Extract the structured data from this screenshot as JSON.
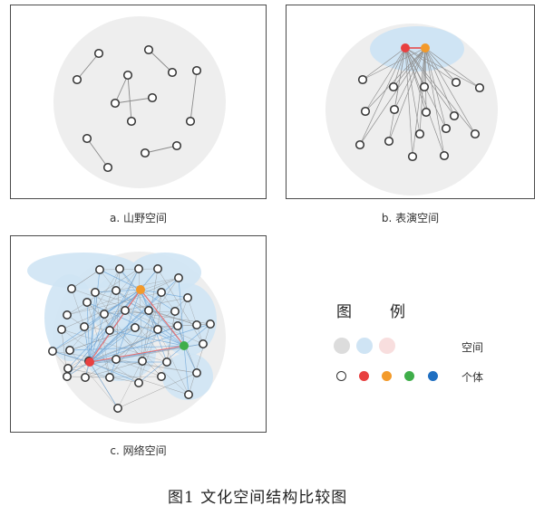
{
  "panels": {
    "a": {
      "caption": "a. 山野空间"
    },
    "b": {
      "caption": "b. 表演空间"
    },
    "c": {
      "caption": "c. 网络空间"
    }
  },
  "legend": {
    "title_left": "图",
    "title_right": "例",
    "space_label": "空间",
    "individual_label": "个体",
    "space_colors": [
      "#dcdcdc",
      "#cfe4f4",
      "#f8dede"
    ],
    "individual_colors": [
      "#ffffff",
      "#e84040",
      "#f39a2a",
      "#3fae4a",
      "#1f6fc1"
    ]
  },
  "figure_caption": "图1   文化空间结构比较图",
  "colors": {
    "circle_bg": "#eeeeee",
    "cluster_blue": "#cfe4f4",
    "node_red": "#e84040",
    "node_orange": "#f39a2a",
    "node_green": "#3fae4a",
    "edge_gray": "#9a9a9a",
    "edge_red": "#e87070"
  }
}
